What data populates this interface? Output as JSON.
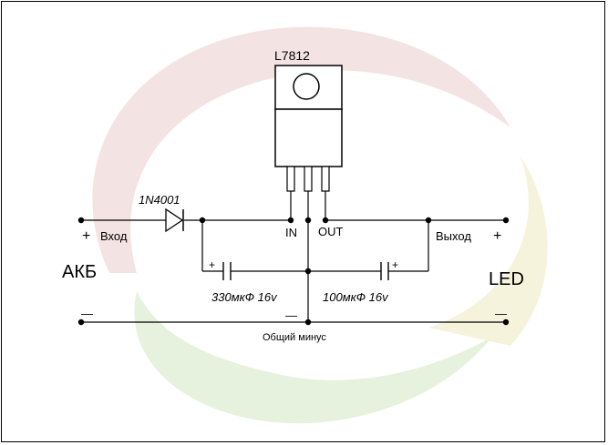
{
  "regulator": {
    "part": "L7812",
    "pin_in": "IN",
    "pin_out": "OUT"
  },
  "diode": {
    "part": "1N4001"
  },
  "capacitors": [
    {
      "label": "330мкФ 16v",
      "polarity": "+"
    },
    {
      "label": "100мкФ 16v",
      "polarity": "+"
    }
  ],
  "source": {
    "name": "АКБ",
    "input_label": "Вход",
    "plus": "+",
    "minus": "—"
  },
  "load": {
    "name": "LED",
    "output_label": "Выход",
    "plus": "+",
    "minus": "—"
  },
  "ground": {
    "label": "Общий минус",
    "mark": "—"
  },
  "colors": {
    "wire": "#000000",
    "watermark_red": "#f4e3e3",
    "watermark_green": "#e6f1de",
    "watermark_yellow": "#f6f3dc"
  }
}
